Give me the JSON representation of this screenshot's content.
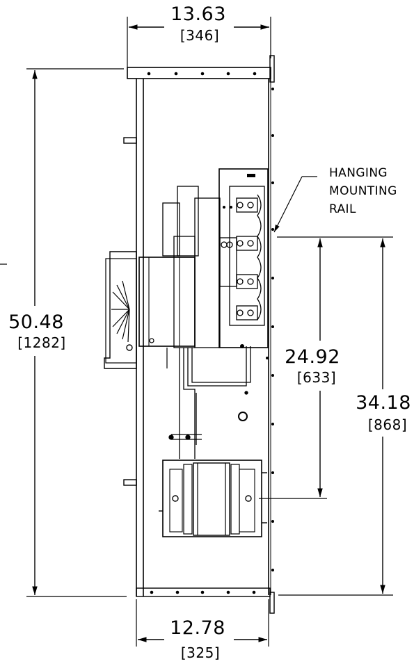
{
  "dimensions": {
    "top_width": {
      "value": "13.63",
      "metric": "[346]"
    },
    "bottom_width": {
      "value": "12.78",
      "metric": "[325]"
    },
    "overall_height": {
      "value": "50.48",
      "metric": "[1282]"
    },
    "rail_to_mount_height": {
      "value": "24.92",
      "metric": "[633]"
    },
    "rail_to_bottom_height": {
      "value": "34.18",
      "metric": "[868]"
    }
  },
  "callout": {
    "line1": "HANGING",
    "line2": "MOUNTING",
    "line3": "RAIL"
  },
  "colors": {
    "ink": "#000000",
    "paper": "#ffffff"
  }
}
